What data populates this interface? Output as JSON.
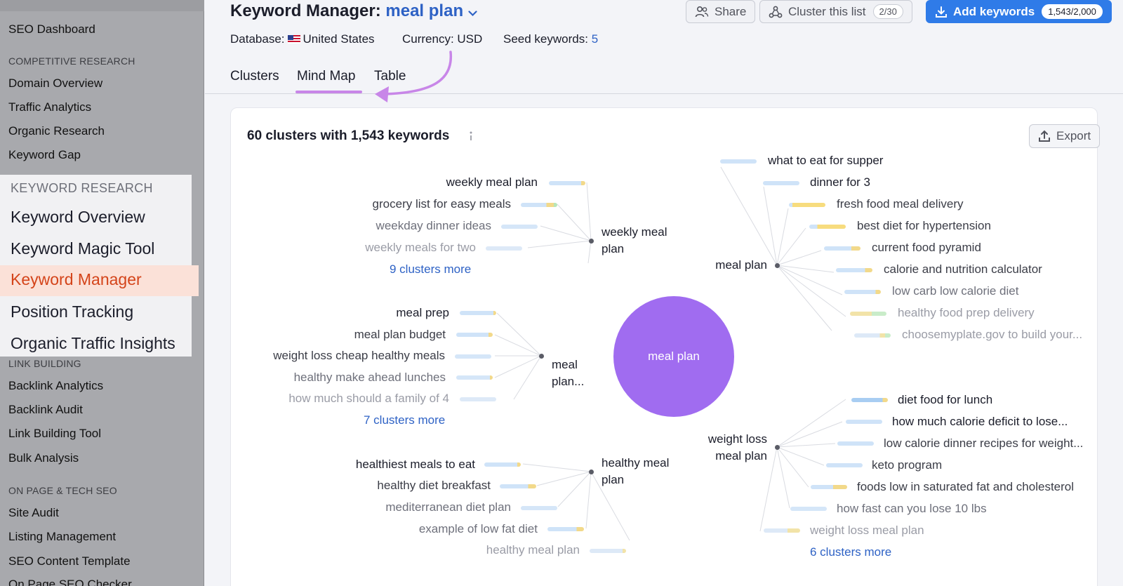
{
  "sidebar": {
    "items_top": [
      {
        "name": "sidebar-item-seo-dashboard",
        "label": "SEO Dashboard",
        "top": 0
      }
    ],
    "competitive": {
      "heading": "COMPETITIVE RESEARCH",
      "items": [
        "Domain Overview",
        "Traffic Analytics",
        "Organic Research",
        "Keyword Gap"
      ]
    },
    "keyword_research": {
      "heading": "KEYWORD RESEARCH",
      "items": [
        "Keyword Overview",
        "Keyword Magic Tool",
        "Keyword Manager",
        "Position Tracking",
        "Organic Traffic Insights"
      ],
      "active": "Keyword Manager"
    },
    "link_building": {
      "heading": "LINK BUILDING",
      "items": [
        "Backlink Analytics",
        "Backlink Audit",
        "Link Building Tool",
        "Bulk Analysis"
      ]
    },
    "on_page": {
      "heading": "ON PAGE & TECH SEO",
      "items": [
        "Site Audit",
        "Listing Management",
        "SEO Content Template",
        "On Page SEO Checker"
      ]
    }
  },
  "header": {
    "title": "Keyword Manager:",
    "project": "meal plan",
    "database_label": "Database:",
    "database_value": "United States",
    "currency": "Currency: USD",
    "seed_label": "Seed keywords:",
    "seed_value": "5",
    "share_label": "Share",
    "cluster_label": "Cluster this list",
    "cluster_count": "2/30",
    "add_label": "Add keywords",
    "add_count": "1,543/2,000"
  },
  "tabs": [
    "Clusters",
    "Mind Map",
    "Table"
  ],
  "active_tab": "Mind Map",
  "card": {
    "title": "60 clusters with 1,543 keywords",
    "export_label": "Export"
  },
  "mindmap": {
    "center": "meal plan",
    "hubs": {
      "weekly": [
        "weekly meal",
        "plan"
      ],
      "mealplan_top": "meal plan",
      "mealplan_ellipsis": [
        "meal",
        "plan..."
      ],
      "healthy": [
        "healthy meal",
        "plan"
      ],
      "weightloss": [
        "weight loss",
        "meal plan"
      ]
    },
    "weekly_keywords": [
      "weekly meal plan",
      "grocery list for easy meals",
      "weekday dinner ideas",
      "weekly meals for two"
    ],
    "weekly_more": "9 clusters more",
    "prep_keywords": [
      "meal prep",
      "meal plan budget",
      "weight loss cheap healthy meals",
      "healthy make ahead lunches",
      "how much should a family of 4"
    ],
    "prep_more": "7 clusters more",
    "healthy_keywords": [
      "healthiest meals to eat",
      "healthy diet breakfast",
      "mediterranean diet plan",
      "example of low fat diet",
      "healthy meal plan"
    ],
    "mealplan_keywords": [
      "what to eat for supper",
      "dinner for 3",
      "fresh food meal delivery",
      "best diet for hypertension",
      "current food pyramid",
      "calorie and nutrition calculator",
      "low carb low calorie diet",
      "healthy food prep delivery",
      "choosemyplate.gov to build your..."
    ],
    "weightloss_keywords": [
      "diet food for lunch",
      "how much calorie deficit to lose...",
      "low calorie dinner recipes for weight...",
      "keto program",
      "foods low in saturated fat and cholesterol",
      "how fast can you lose 10 lbs",
      "weight loss meal plan"
    ],
    "weightloss_more": "6 clusters more"
  }
}
